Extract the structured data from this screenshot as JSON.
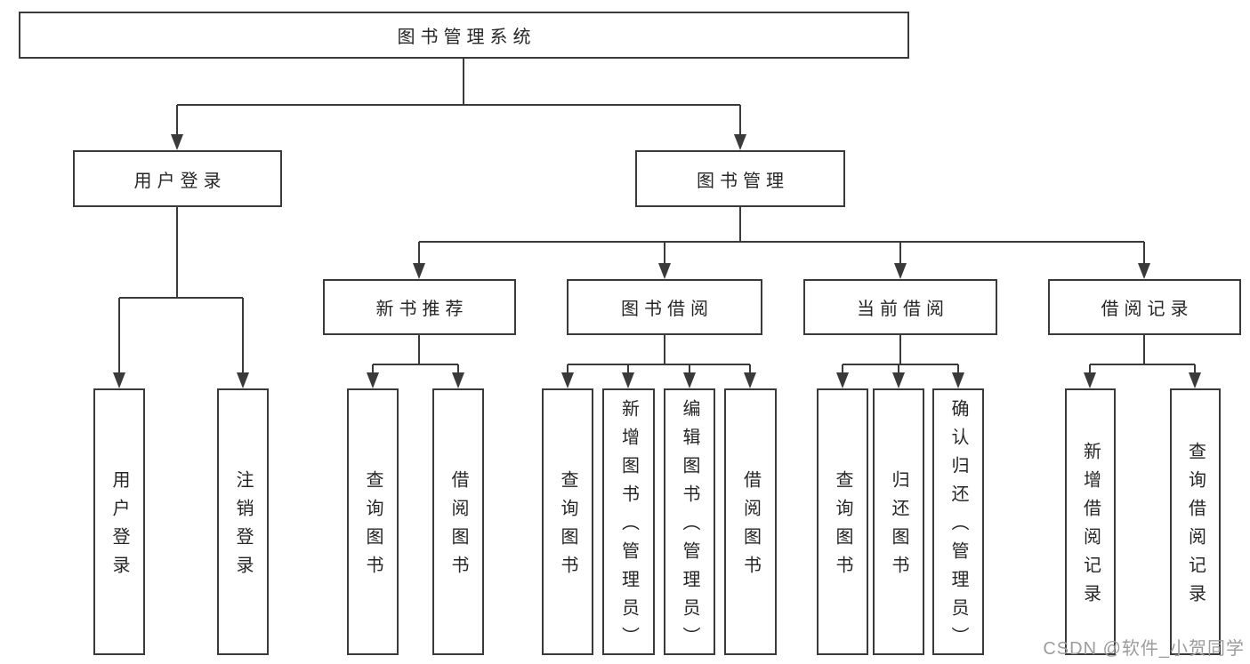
{
  "tree": {
    "label": "图书管理系统",
    "children": [
      {
        "label": "用户登录",
        "children": [
          {
            "label": "用户登录"
          },
          {
            "label": "注销登录"
          }
        ]
      },
      {
        "label": "图书管理",
        "children": [
          {
            "label": "新书推荐",
            "children": [
              {
                "label": "查询图书"
              },
              {
                "label": "借阅图书"
              }
            ]
          },
          {
            "label": "图书借阅",
            "children": [
              {
                "label": "查询图书"
              },
              {
                "label": "新增图书（管理员）"
              },
              {
                "label": "编辑图书（管理员）"
              },
              {
                "label": "借阅图书"
              }
            ]
          },
          {
            "label": "当前借阅",
            "children": [
              {
                "label": "查询图书"
              },
              {
                "label": "归还图书"
              },
              {
                "label": "确认归还（管理员）"
              }
            ]
          },
          {
            "label": "借阅记录",
            "children": [
              {
                "label": "新增借阅记录"
              },
              {
                "label": "查询借阅记录"
              }
            ]
          }
        ]
      }
    ]
  },
  "watermark": {
    "text": "CSDN @软件_小贺同学"
  },
  "colors": {
    "line": "#3a3a3a",
    "box_border": "#3a3a3a",
    "text": "#262626",
    "watermark": "#9c9c9c",
    "background": "#ffffff"
  }
}
